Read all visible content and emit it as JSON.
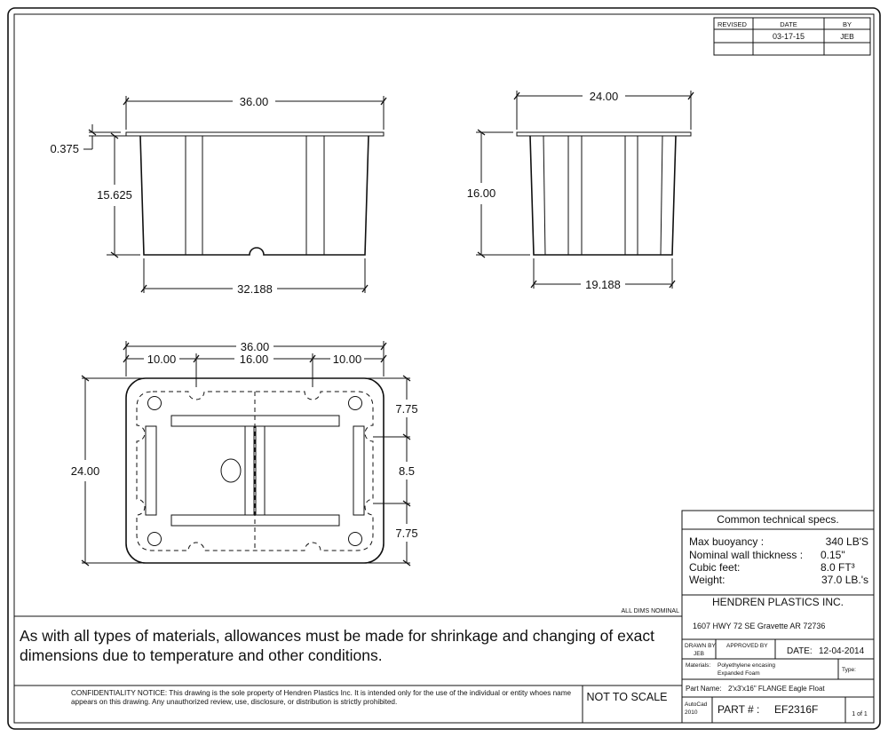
{
  "revision": {
    "headers": [
      "REVISED",
      "DATE",
      "BY"
    ],
    "rows": [
      [
        "",
        "03-17-15",
        "JEB"
      ]
    ]
  },
  "dims": {
    "side_top_width": "36.00",
    "side_flange": "0.375",
    "side_height": "15.625",
    "side_bottom_width": "32.188",
    "end_top_width": "24.00",
    "end_height": "16.00",
    "end_bottom_width": "19.188",
    "plan_width": "36.00",
    "plan_seg_left": "10.00",
    "plan_seg_mid": "16.00",
    "plan_seg_right": "10.00",
    "plan_depth": "24.00",
    "plan_seg_top": "7.75",
    "plan_seg_center": "8.5",
    "plan_seg_bottom": "7.75"
  },
  "all_dims_nominal": "ALL DIMS NOMINAL",
  "specs": {
    "title": "Common technical specs.",
    "rows": [
      {
        "label": "Max buoyancy :",
        "value": "340 LB'S"
      },
      {
        "label": "Nominal wall thickness :",
        "value": "0.15\""
      },
      {
        "label": "Cubic feet:",
        "value": "8.0  FT³"
      },
      {
        "label": "Weight:",
        "value": "37.0 LB.'s"
      }
    ]
  },
  "company": {
    "name": "HENDREN PLASTICS INC.",
    "address": "1607 HWY 72 SE   Gravette AR 72736"
  },
  "title_block": {
    "drawn_by_label": "DRAWN BY",
    "drawn_by": "JEB",
    "approved_by_label": "APPROVED BY",
    "date_label": "DATE:",
    "date": "12-04-2014",
    "materials_label": "Materials:",
    "materials_line1": "Polyethylene encasing",
    "materials_line2": "Expanded Foam",
    "type_label": "Type:",
    "part_name_label": "Part Name:",
    "part_name": "2'x3'x16\" FLANGE Eagle Float",
    "software_line1": "AutoCad",
    "software_line2": "2010",
    "part_number_label": "PART # :",
    "part_number": "EF2316F",
    "sheet": "1 of 1"
  },
  "note": "As with all types of materials, allowances must be made for shrinkage and changing of exact dimensions due to temperature and other conditions.",
  "confidentiality": "CONFIDENTIALITY NOTICE: This drawing is the sole property of Hendren Plastics Inc. It is intended only for the use of the individual or entity whoes name appears on this drawing. Any unauthorized review, use, disclosure, or distribution is strictly prohibited.",
  "scale_note": "NOT TO SCALE"
}
